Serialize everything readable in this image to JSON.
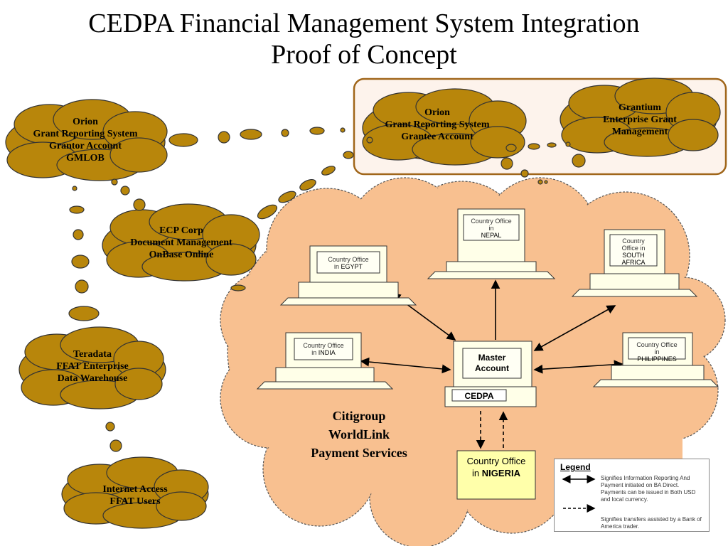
{
  "title": {
    "line1": "CEDPA Financial Management System Integration",
    "line2": "Proof of Concept"
  },
  "clouds": {
    "orion_grantor": [
      "Orion",
      "Grant Reporting System",
      "Grantor Account",
      "GMLOB"
    ],
    "orion_grantee": [
      "Orion",
      "Grant Reporting System",
      "Grantee Account"
    ],
    "grantium": [
      "Grantium",
      "Enterprise Grant",
      "Management"
    ],
    "ecp": [
      "ECP Corp",
      "Document Management",
      "OnBase Online"
    ],
    "teradata": [
      "Teradata",
      "FFAT Enterprise",
      "Data Warehouse"
    ],
    "internet": [
      "Internet Access",
      "FFAT Users"
    ]
  },
  "computers": {
    "nepal": [
      "Country Office",
      "in",
      "NEPAL"
    ],
    "egypt": [
      "Country Office",
      "in",
      "EGYPT"
    ],
    "south_africa": [
      "Country",
      "Office in",
      "SOUTH",
      "AFRICA"
    ],
    "india": [
      "Country Office",
      "in",
      "INDIA"
    ],
    "philippines": [
      "Country Office",
      "in",
      "PHILIPPINES"
    ]
  },
  "master": {
    "label1": "Master",
    "label2": "Account",
    "base": "CEDPA"
  },
  "worldlink": [
    "Citigroup",
    "WorldLink",
    "Payment Services"
  ],
  "nigeria": [
    "Country Office",
    "in",
    "NIGERIA"
  ],
  "legend": {
    "title": "Legend",
    "solid": "Signifies Information Reporting And Payment initiated on BA Direct. Payments can be issued in Both USD and local currency.",
    "dashed": "Signifies transfers assisted by a Bank of America trader."
  },
  "colors": {
    "cloud_fill": "#B8860B",
    "worldlink_fill": "#F8C090",
    "box_fill": "#FDF3EC",
    "box_border": "#A0661A",
    "nigeria_fill": "#FFFFAA"
  }
}
